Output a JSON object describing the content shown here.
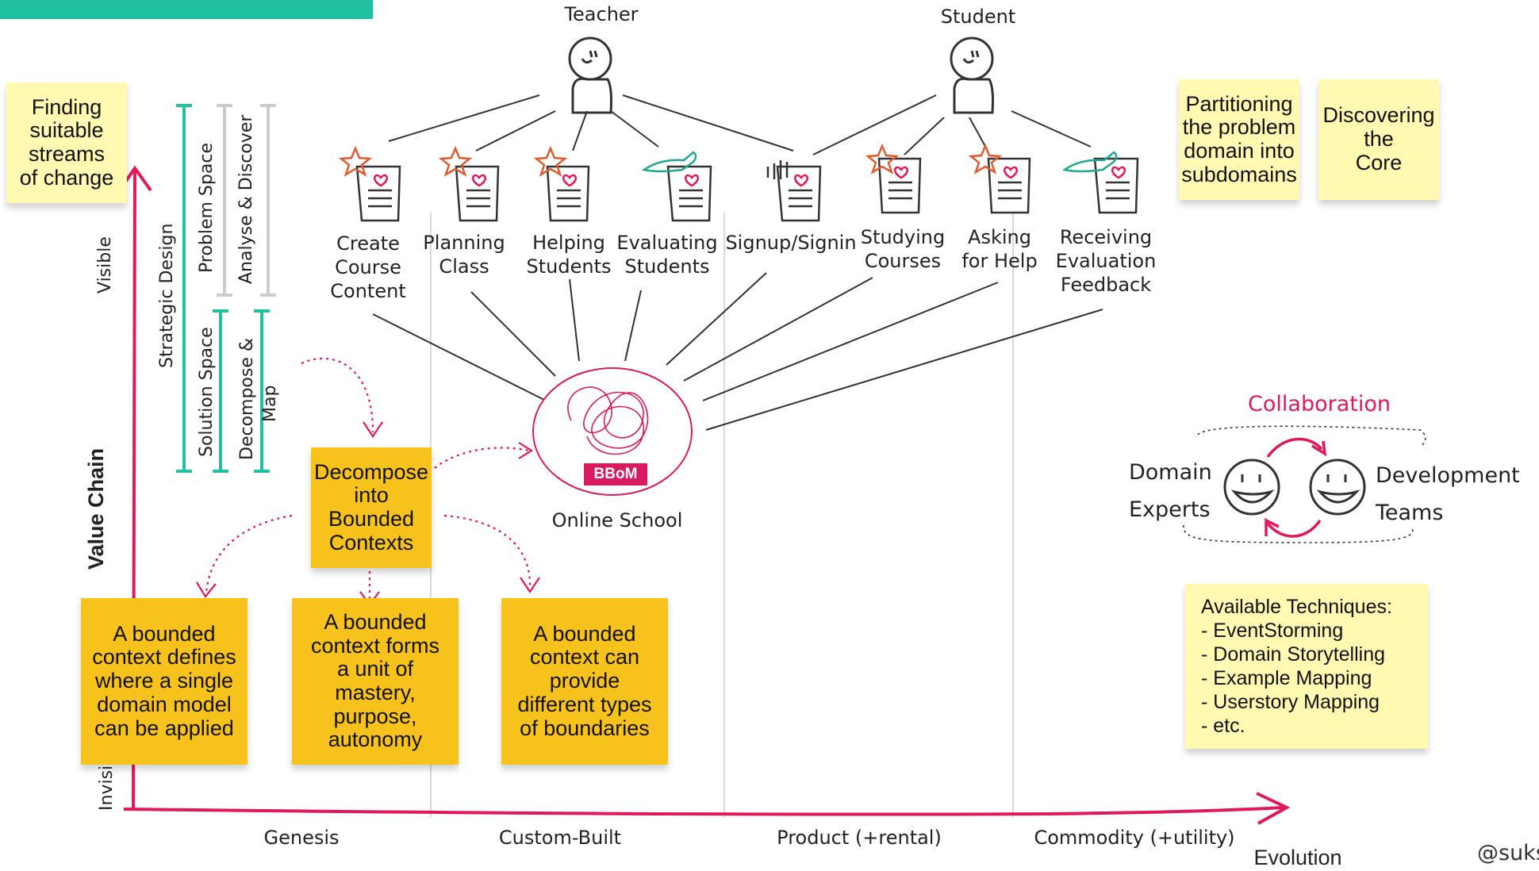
{
  "banner_color": "#20c0a0",
  "accent_color": "#e0185c",
  "sticky_light_color": "#fff9b1",
  "sticky_orange_color": "#f8c21c",
  "actors": {
    "teacher": "Teacher",
    "student": "Student"
  },
  "use_cases": {
    "create_course_content": [
      "Create",
      "Course",
      "Content"
    ],
    "planning_class": [
      "Planning",
      "Class"
    ],
    "helping_students": [
      "Helping",
      "Students"
    ],
    "evaluating_students": [
      "Evaluating",
      "Students"
    ],
    "signup_signin": [
      "Signup/Signin"
    ],
    "studying_courses": [
      "Studying",
      "Courses"
    ],
    "asking_for_help": [
      "Asking",
      "for Help"
    ],
    "receiving_evaluation_feedback": [
      "Receiving",
      "Evaluation",
      "Feedback"
    ]
  },
  "bbom": {
    "badge": "BBoM",
    "label": "Online School"
  },
  "stickies": {
    "finding_streams": [
      "Finding",
      "suitable",
      "streams",
      "of change"
    ],
    "partitioning": [
      "Partitioning",
      "the problem",
      "domain into",
      "subdomains"
    ],
    "discovering_core": [
      "Discovering",
      "the",
      "Core"
    ],
    "decompose": [
      "Decompose",
      "into",
      "Bounded",
      "Contexts"
    ],
    "bc_defines": [
      "A bounded",
      "context defines",
      "where a single",
      "domain model",
      "can be applied"
    ],
    "bc_forms": [
      "A bounded",
      "context forms",
      "a unit of",
      "mastery,",
      "purpose,",
      "autonomy"
    ],
    "bc_provide": [
      "A bounded",
      "context can",
      "provide",
      "different types",
      "of boundaries"
    ]
  },
  "techniques": {
    "title": "Available Techniques:",
    "items": [
      "- EventStorming",
      "- Domain Storytelling",
      "- Example Mapping",
      "- Userstory Mapping",
      "- etc."
    ]
  },
  "collaboration": {
    "title": "Collaboration",
    "left_label": [
      "Domain",
      "Experts"
    ],
    "right_label": [
      "Development",
      "Teams"
    ]
  },
  "design_brackets": {
    "strategic_design": "Strategic Design",
    "problem_space": "Problem Space",
    "solution_space": "Solution Space",
    "analyse_discover": "Analyse & Discover",
    "decompose_map": [
      "Decompose &",
      "Map"
    ]
  },
  "value_chain": {
    "title": "Value Chain",
    "visible": "Visible",
    "invisible": "Invisi"
  },
  "evolution": {
    "title": "Evolution",
    "stages": [
      "Genesis",
      "Custom-Built",
      "Product (+rental)",
      "Commodity (+utility)"
    ]
  },
  "handle": "@suks"
}
